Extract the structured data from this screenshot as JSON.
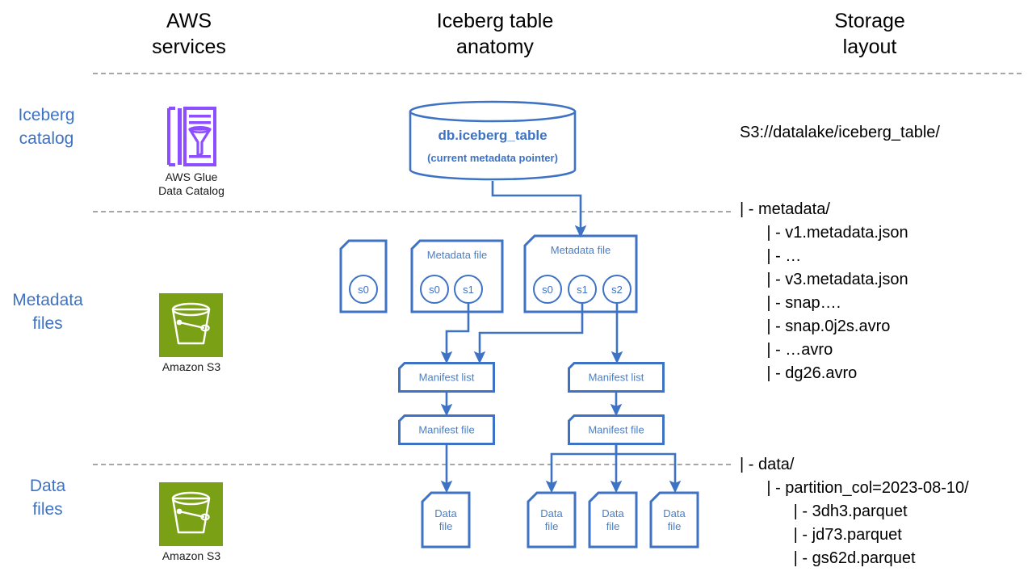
{
  "columns": {
    "headers": [
      {
        "label": "AWS\nservices"
      },
      {
        "label": "Iceberg table\nanatomy"
      },
      {
        "label": "Storage\nlayout"
      }
    ]
  },
  "rows": [
    {
      "label": "Iceberg\ncatalog"
    },
    {
      "label": "Metadata\nfiles"
    },
    {
      "label": "Data\nfiles"
    }
  ],
  "aws_services": [
    {
      "icon": "aws-glue-data-catalog-icon",
      "caption": "AWS Glue\nData Catalog",
      "color": "#8c4fff"
    },
    {
      "icon": "amazon-s3-bucket-icon",
      "caption": "Amazon S3",
      "color": "#7aa116"
    },
    {
      "icon": "amazon-s3-bucket-icon",
      "caption": "Amazon S3",
      "color": "#7aa116"
    }
  ],
  "catalog_table": {
    "title": "db.iceberg_table",
    "subtitle": "(current metadata pointer)"
  },
  "metadata_files": [
    {
      "label": "",
      "snapshots": [
        "s0"
      ]
    },
    {
      "label": "Metadata file",
      "snapshots": [
        "s0",
        "s1"
      ]
    },
    {
      "label": "Metadata file",
      "snapshots": [
        "s0",
        "s1",
        "s2"
      ]
    }
  ],
  "manifest_lists": [
    {
      "label": "Manifest list"
    },
    {
      "label": "Manifest list"
    }
  ],
  "manifest_files": [
    {
      "label": "Manifest file"
    },
    {
      "label": "Manifest file"
    }
  ],
  "data_files": [
    {
      "label": "Data\nfile"
    },
    {
      "label": "Data\nfile"
    },
    {
      "label": "Data\nfile"
    },
    {
      "label": "Data\nfile"
    }
  ],
  "storage_layout": {
    "root": "S3://datalake/iceberg_table/",
    "metadata_section": [
      "| - metadata/",
      "      | - v1.metadata.json",
      "      | - …",
      "      | - v3.metadata.json",
      "      | - snap….",
      "      | - snap.0j2s.avro",
      "      | - …avro",
      "      | - dg26.avro"
    ],
    "data_section": [
      "| - data/",
      "      | - partition_col=2023-08-10/",
      "            | - 3dh3.parquet",
      "            | - jd73.parquet",
      "            | - gs62d.parquet"
    ]
  },
  "colors": {
    "accent_blue": "#3d72c4",
    "label_blue": "#4a7ec4",
    "glue_purple": "#8c4fff",
    "s3_green": "#7aa116",
    "divider_gray": "#a6a6a6",
    "text_black": "#000000"
  }
}
